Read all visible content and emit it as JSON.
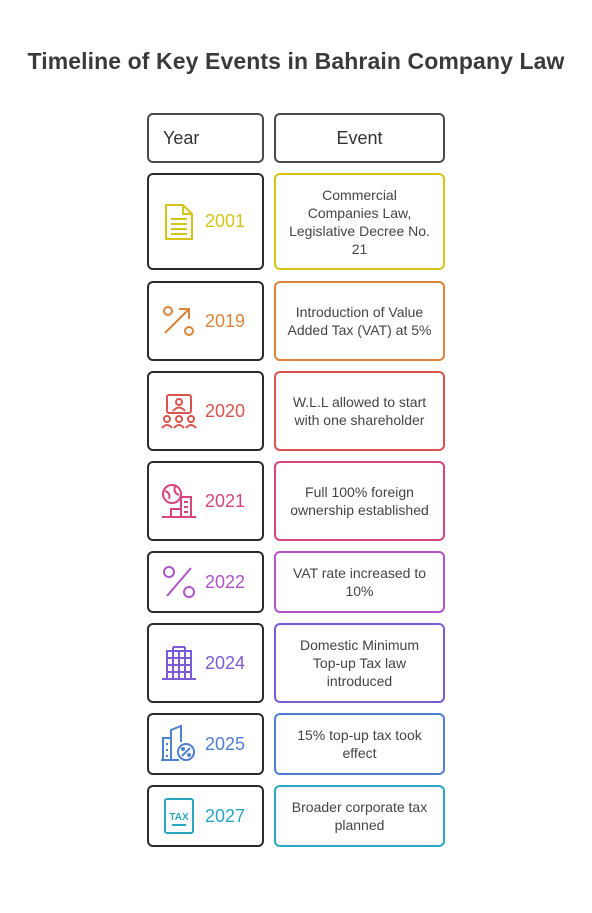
{
  "title": "Timeline of Key Events in Bahrain Company Law",
  "headers": {
    "year": "Year",
    "event": "Event"
  },
  "rows": [
    {
      "year": "2001",
      "event": "Commercial Companies Law, Legislative Decree No. 21",
      "color": "#d4c418",
      "icon": "document-icon"
    },
    {
      "year": "2019",
      "event": "Introduction of Value Added Tax (VAT) at 5%",
      "color": "#d9843a",
      "icon": "percent-trend-icon"
    },
    {
      "year": "2020",
      "event": "W.L.L allowed to start with one shareholder",
      "color": "#d9534f",
      "icon": "people-presentation-icon"
    },
    {
      "year": "2021",
      "event": "Full 100% foreign ownership established",
      "color": "#d6457e",
      "icon": "globe-building-icon"
    },
    {
      "year": "2022",
      "event": "VAT rate increased to 10%",
      "color": "#b153c9",
      "icon": "percent-icon"
    },
    {
      "year": "2024",
      "event": "Domestic Minimum Top-up Tax law introduced",
      "color": "#7b5ad6",
      "icon": "office-building-icon"
    },
    {
      "year": "2025",
      "event": "15% top-up tax took effect",
      "color": "#4f7fd0",
      "icon": "building-percent-icon"
    },
    {
      "year": "2027",
      "event": "Broader corporate tax planned",
      "color": "#2aa6c4",
      "icon": "tax-document-icon"
    }
  ]
}
